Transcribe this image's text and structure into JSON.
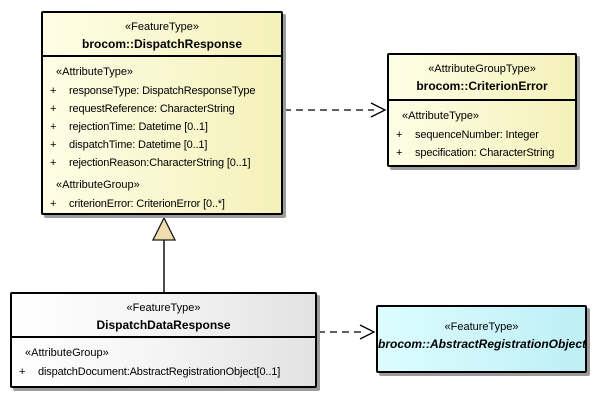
{
  "diagram": {
    "background": "#ffffff",
    "colors": {
      "featureTypeFillStart": "#fefee6",
      "featureTypeFillEnd": "#f4f1ba",
      "neutralFillStart": "#ffffff",
      "neutralFillEnd": "#e2e2e2",
      "abstractFillStart": "#dcfdff",
      "abstractFillEnd": "#bdeff6",
      "boxBorder": "#000000",
      "boxShadow": "#9c9c9c",
      "generalizationTriangleFill": "#f0ddb0",
      "connectorStroke": "#000000"
    },
    "boxes": {
      "dispatchResponse": {
        "stereotype": "«FeatureType»",
        "name": "brocom::DispatchResponse",
        "attrHeading": "«AttributeType»",
        "attrs": [
          {
            "vis": "+",
            "text": "responseType: DispatchResponseType"
          },
          {
            "vis": "+",
            "text": "requestReference: CharacterString"
          },
          {
            "vis": "+",
            "text": "rejectionTime: Datetime [0..1]"
          },
          {
            "vis": "+",
            "text": "dispatchTime: Datetime [0..1]"
          },
          {
            "vis": "+",
            "text": "rejectionReason:CharacterString [0..1]"
          }
        ],
        "groupHeading": "«AttributeGroup»",
        "groupAttrs": [
          {
            "vis": "+",
            "text": "criterionError: CriterionError [0..*]"
          }
        ]
      },
      "criterionError": {
        "stereotype": "«AttributeGroupType»",
        "name": "brocom::CriterionError",
        "attrHeading": "«AttributeType»",
        "attrs": [
          {
            "vis": "+",
            "text": "sequenceNumber: Integer"
          },
          {
            "vis": "+",
            "text": "specification: CharacterString"
          }
        ]
      },
      "dispatchDataResponse": {
        "stereotype": "«FeatureType»",
        "name": "DispatchDataResponse",
        "groupHeading": "«AttributeGroup»",
        "groupAttrs": [
          {
            "vis": "+",
            "text": "dispatchDocument:AbstractRegistrationObject[0..1]"
          }
        ]
      },
      "abstractRegistrationObject": {
        "stereotype": "«FeatureType»",
        "name": "brocom::AbstractRegistrationObject"
      }
    },
    "connectors": [
      {
        "type": "dependency",
        "from": "brocom::DispatchResponse",
        "to": "brocom::CriterionError",
        "line": "dashed",
        "arrow": "open"
      },
      {
        "type": "generalization",
        "from": "DispatchDataResponse",
        "to": "brocom::DispatchResponse",
        "line": "solid",
        "arrow": "hollow-triangle"
      },
      {
        "type": "dependency",
        "from": "DispatchDataResponse",
        "to": "brocom::AbstractRegistrationObject",
        "line": "dashed",
        "arrow": "open"
      }
    ]
  }
}
